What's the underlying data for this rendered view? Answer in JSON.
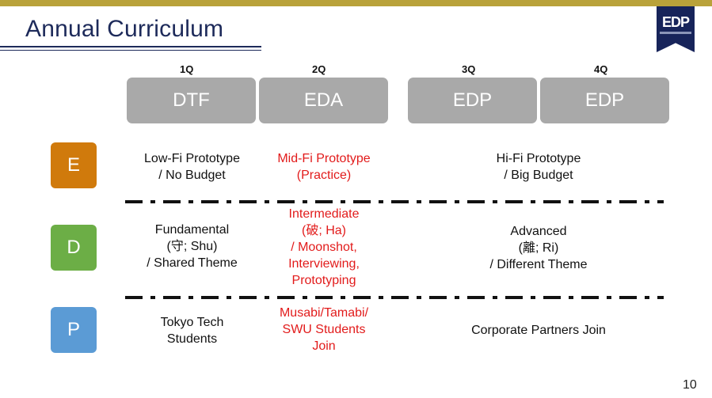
{
  "slide": {
    "title": "Annual Curriculum",
    "page_number": "10",
    "logo_text": "EDP"
  },
  "quarters": [
    "1Q",
    "2Q",
    "3Q",
    "4Q"
  ],
  "phases": [
    "DTF",
    "EDA",
    "EDP",
    "EDP"
  ],
  "categories": [
    {
      "letter": "E",
      "color": "#d07a0c"
    },
    {
      "letter": "D",
      "color": "#6cae46"
    },
    {
      "letter": "P",
      "color": "#5b9bd5"
    }
  ],
  "rows": {
    "E": {
      "q1": [
        "Low-Fi Prototype",
        "/ No Budget"
      ],
      "q2": [
        "Mid-Fi Prototype",
        "(Practice)"
      ],
      "q34": [
        "Hi-Fi Prototype",
        "/ Big Budget"
      ]
    },
    "D": {
      "q1": [
        "Fundamental",
        "(守; Shu)",
        "/ Shared Theme"
      ],
      "q2": [
        "Intermediate",
        "(破; Ha)",
        "/ Moonshot,",
        "Interviewing,",
        "Prototyping"
      ],
      "q34": [
        "Advanced",
        "(離; Ri)",
        "/ Different Theme"
      ]
    },
    "P": {
      "q1": [
        "Tokyo Tech",
        "Students"
      ],
      "q2": [
        "Musabi/Tamabi/",
        "SWU Students",
        "Join"
      ],
      "q34": [
        "Corporate Partners Join"
      ]
    }
  },
  "colors": {
    "accent_red": "#e21b1b",
    "phase_gray": "#a9a9a9",
    "title_navy": "#1d2a5a",
    "top_bar_gold": "#b9a23a"
  }
}
